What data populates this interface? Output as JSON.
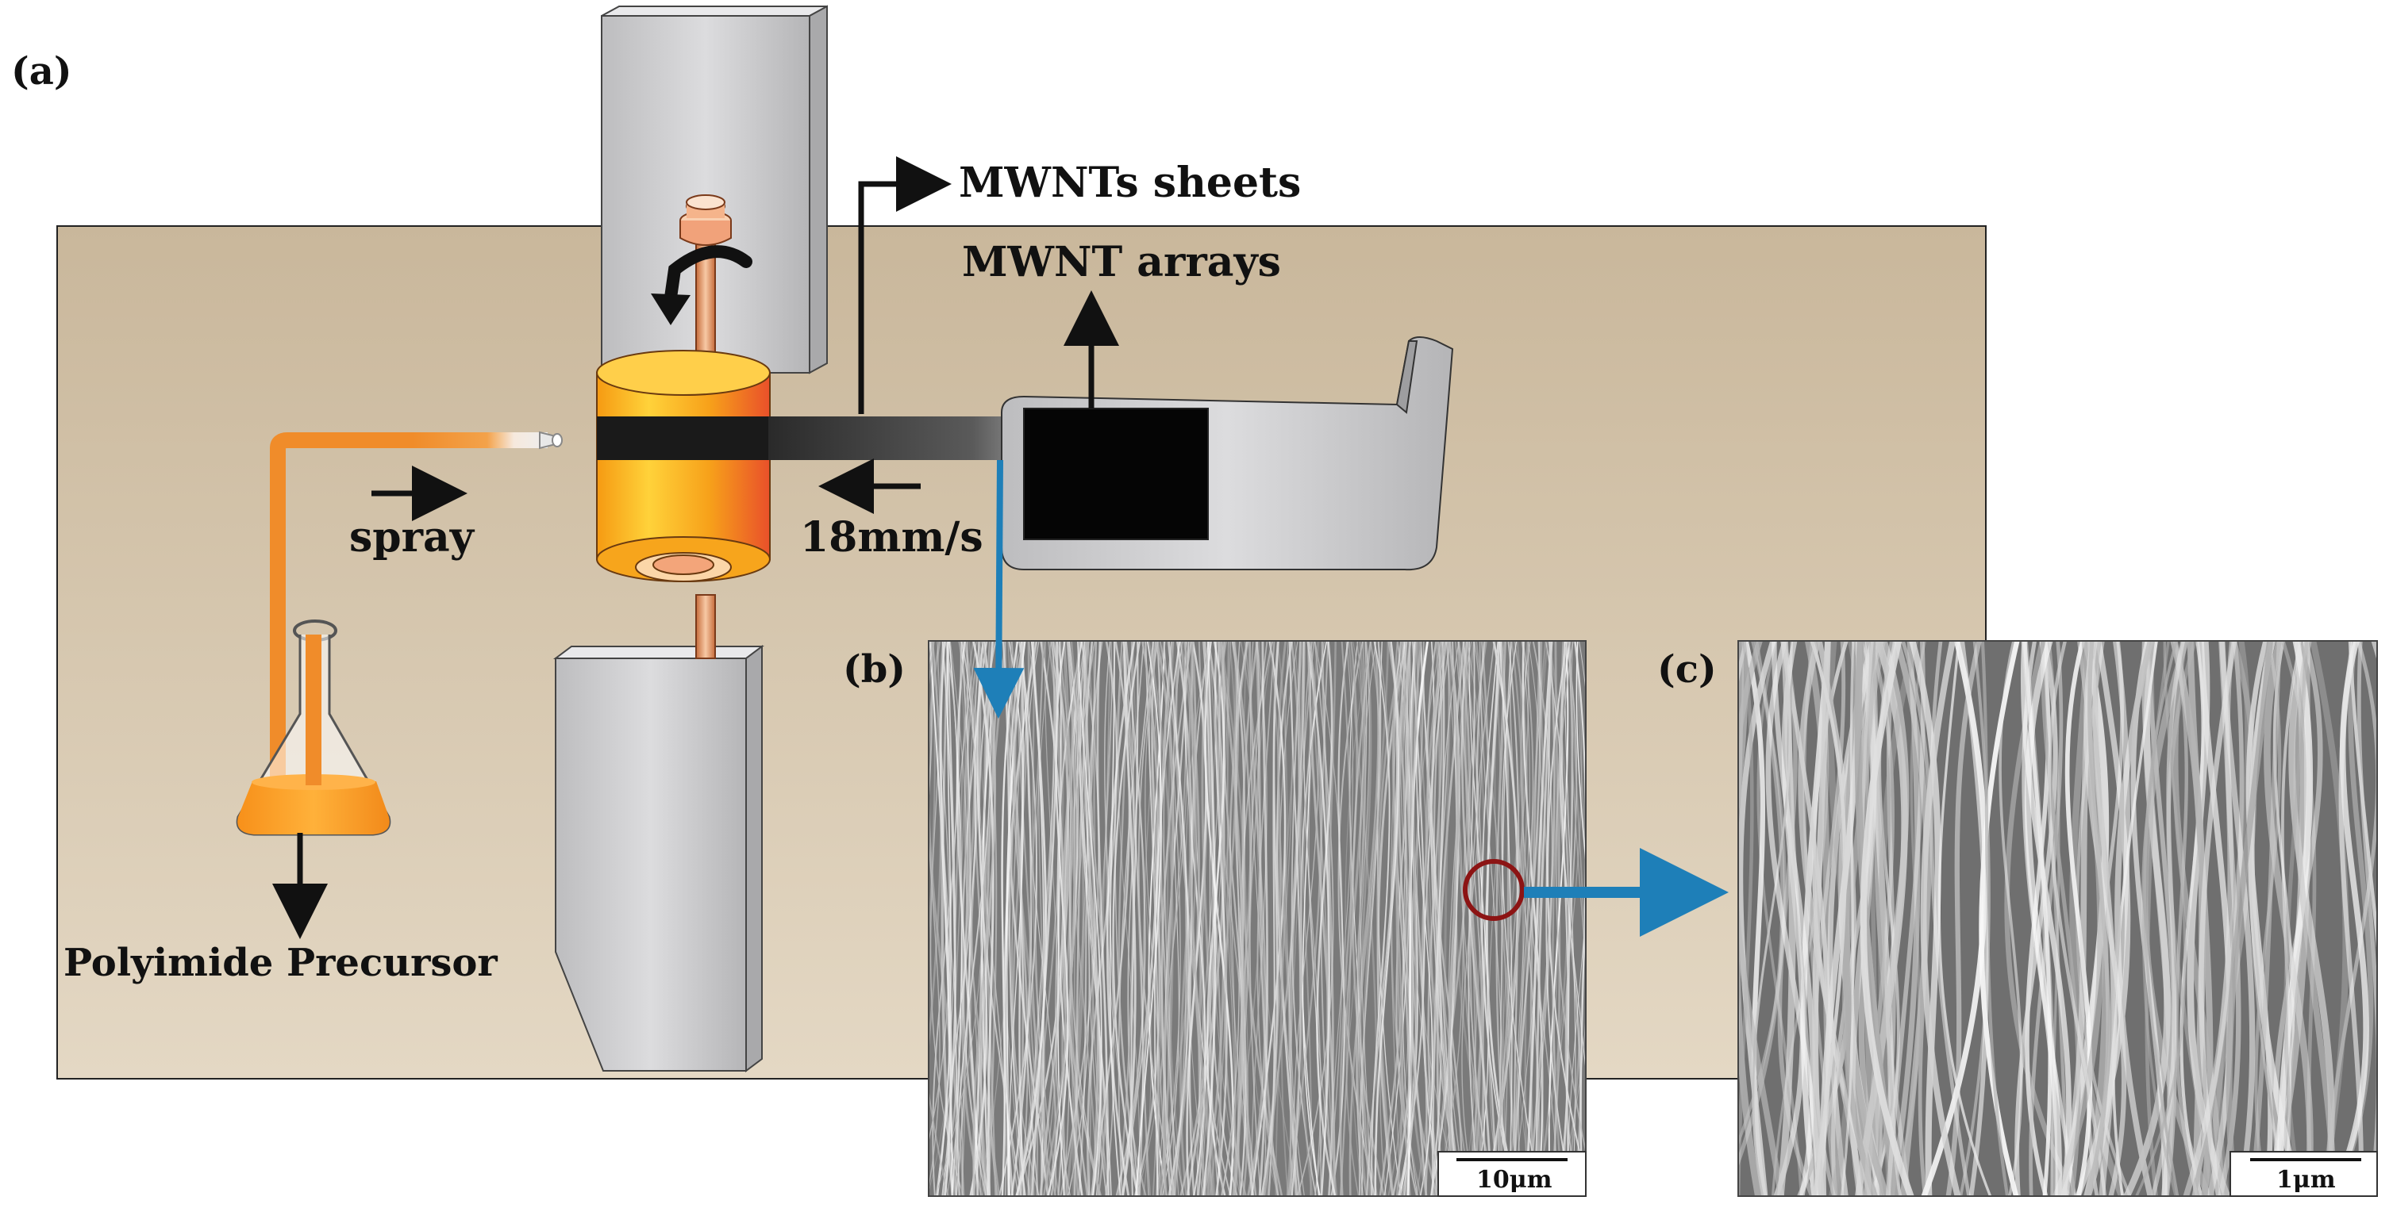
{
  "panels": {
    "a": "(a)",
    "b": "(b)",
    "c": "(c)"
  },
  "labels": {
    "sheets": "MWNTs sheets",
    "arrays": "MWNT arrays",
    "spray": "spray",
    "speed": "18mm/s",
    "precursor": "Polyimide Precursor"
  },
  "scale_bars": {
    "b": "10μm",
    "c": "1μm"
  },
  "colors": {
    "table": "#d8c8b0",
    "steel": "#c9c9cb",
    "cylinder": "#f7a51c",
    "cylinder_dark": "#ee5a22",
    "tube": "#f08c2a",
    "band": "#1a1a1a",
    "arrow_blue": "#1e7fb8",
    "circle_red": "#8c1414",
    "sem_base": "#7d7d7d"
  },
  "icons": {
    "rotation": "curved-arrow-icon",
    "flask": "erlenmeyer-flask-icon"
  }
}
